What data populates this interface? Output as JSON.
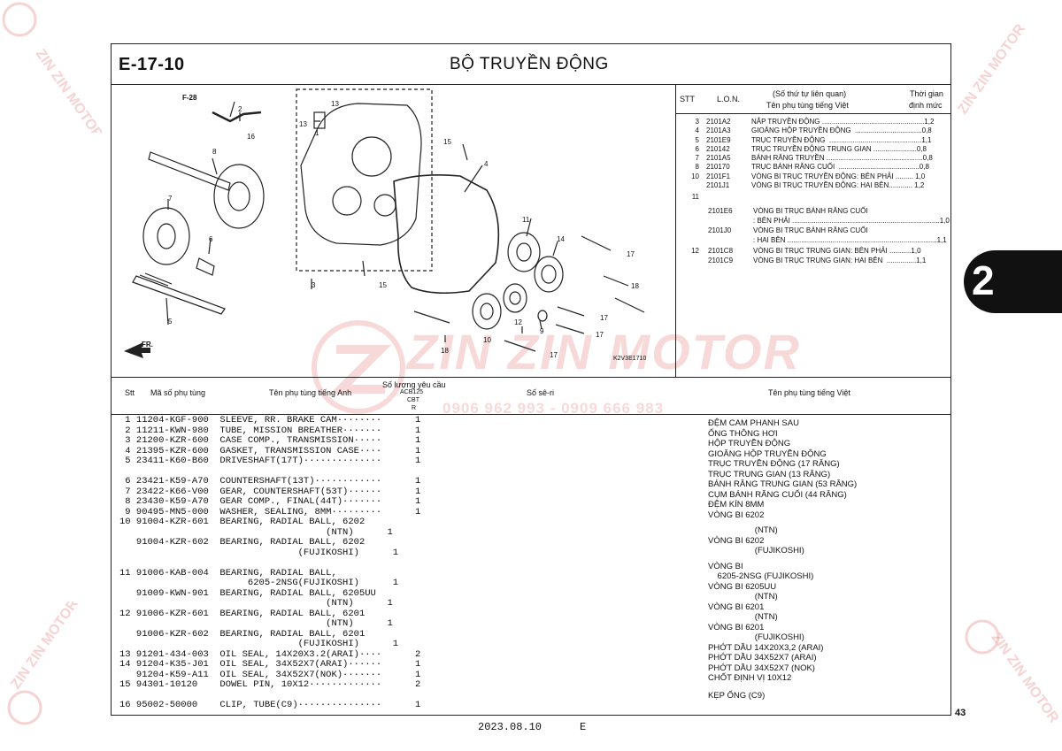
{
  "header": {
    "code": "E-17-10",
    "title": "BỘ TRUYỀN ĐỘNG"
  },
  "tab_number": "2",
  "page_number": "43",
  "footer": {
    "date": "2023.08.10",
    "edition": "E"
  },
  "watermark": {
    "brand": "ZIN ZIN MOTOR",
    "phone": "0906 962 993 - 0909 666 983"
  },
  "diagram": {
    "code": "K2V3E1710",
    "ref_label": "F-28",
    "direction_label": "FR.",
    "callouts": [
      "1",
      "2",
      "3",
      "4",
      "5",
      "6",
      "7",
      "8",
      "10",
      "11",
      "12",
      "13",
      "13",
      "14",
      "15",
      "15",
      "16",
      "17",
      "17",
      "17",
      "17",
      "18",
      "18",
      "9"
    ]
  },
  "ref_table": {
    "headers": {
      "stt": "STT",
      "lon": "L.O.N.",
      "name_line1": "(Số thứ tự liên quan)",
      "name_line2": "Tên phụ tùng tiếng Việt",
      "time_line1": "Thời gian",
      "time_line2": "định mức"
    },
    "rows": [
      {
        "stt": "3",
        "lon": "2101A2",
        "name": "NẮP TRUYỀN ĐỘNG ....................................................1,2"
      },
      {
        "stt": "4",
        "lon": "2101A3",
        "name": "GIOĂNG HỘP TRUYỀN ĐỘNG  ..................................0,8"
      },
      {
        "stt": "5",
        "lon": "2101E9",
        "name": "TRỤC TRUYỀN ĐỘNG  ...............................................1,1"
      },
      {
        "stt": "6",
        "lon": "210142",
        "name": "TRỤC TRUYỀN ĐỘNG TRUNG GIAN ......................0,8"
      },
      {
        "stt": "7",
        "lon": "2101A5",
        "name": "BÁNH RĂNG TRUYỀN .................................................0,8"
      },
      {
        "stt": "8",
        "lon": "210170",
        "name": "TRỤC BÁNH RĂNG CUỐI  .........................................0,8"
      },
      {
        "stt": "10",
        "lon": "2101F1",
        "name": "VÒNG BI TRỤC TRUYỀN ĐỘNG: BÊN PHẢI ......... 1,0"
      },
      {
        "stt": "",
        "lon": "2101J1",
        "name": "VÒNG BI TRỤC TRUYỀN ĐỘNG: HAI BÊN............ 1,2"
      },
      {
        "stt": "11",
        "lon": "",
        "name": ""
      },
      {
        "stt": "",
        "lon": "2101E6",
        "name": "VÒNG BI TRỤC BÁNH RĂNG CUỐI"
      },
      {
        "stt": "",
        "lon": "",
        "name": ": BÊN PHẢI ...........................................................................1,0"
      },
      {
        "stt": "",
        "lon": "2101J0",
        "name": "VÒNG BI TRỤC BÁNH RĂNG CUỐI"
      },
      {
        "stt": "",
        "lon": "",
        "name": ": HAI BÊN ............................................................................1,1"
      },
      {
        "stt": "12",
        "lon": "2101C8",
        "name": "VÒNG BI TRỤC TRUNG GIAN: BÊN PHẢI ...........1,0"
      },
      {
        "stt": "",
        "lon": "2101C9",
        "name": "VÒNG BI TRỤC TRUNG GIAN: HAI BÊN  ...............1,1"
      }
    ]
  },
  "parts_table": {
    "headers": {
      "stt": "Stt",
      "part_no": "Mã số phụ tùng",
      "name_en": "Tên phụ tùng tiếng Anh",
      "qty_line1": "Số lượng yêu cầu",
      "qty_line2": "ACB125",
      "qty_line3": "CBT",
      "qty_line4": "R",
      "serial": "Số sê-ri",
      "name_vn": "Tên phụ tùng tiếng Việt"
    },
    "left_lines": [
      " 1 11204-KGF-900  SLEEVE, RR. BRAKE CAM········      1",
      " 2 11211-KWN-980  TUBE, MISSION BREATHER·······      1",
      " 3 21200-KZR-600  CASE COMP., TRANSMISSION·····      1",
      " 4 21395-KZR-600  GASKET, TRANSMISSION CASE····      1",
      " 5 23411-K60-B60  DRIVESHAFT(17T)··············      1",
      "",
      " 6 23421-K59-A70  COUNTERSHAFT(13T)············      1",
      " 7 23422-K66-V00  GEAR, COUNTERSHAFT(53T)······      1",
      " 8 23430-K59-A70  GEAR COMP., FINAL(44T)·······      1",
      " 9 90495-MN5-000  WASHER, SEALING, 8MM·········      1",
      "10 91004-KZR-601  BEARING, RADIAL BALL, 6202",
      "                                     (NTN)      1",
      "   91004-KZR-602  BEARING, RADIAL BALL, 6202",
      "                                (FUJIKOSHI)      1",
      "",
      "11 91006-KAB-004  BEARING, RADIAL BALL,",
      "                       6205-2NSG(FUJIKOSHI)      1",
      "   91009-KWN-901  BEARING, RADIAL BALL, 6205UU",
      "                                     (NTN)      1",
      "12 91006-KZR-601  BEARING, RADIAL BALL, 6201",
      "                                     (NTN)      1",
      "   91006-KZR-602  BEARING, RADIAL BALL, 6201",
      "                                (FUJIKOSHI)      1",
      "13 91201-434-003  OIL SEAL, 14X20X3.2(ARAI)····      2",
      "14 91204-K35-J01  OIL SEAL, 34X52X7(ARAI)······      1",
      "   91204-K59-A11  OIL SEAL, 34X52X7(NOK)·······      1",
      "15 94301-10120    DOWEL PIN, 10X12·············      2",
      "",
      "16 95002-50000    CLIP, TUBE(C9)···············      1"
    ],
    "right_lines": [
      "ĐỆM CAM PHANH SAU",
      "ỐNG THÔNG HƠI",
      "HỘP TRUYỀN ĐỘNG",
      "GIOĂNG HỘP TRUYỀN ĐỘNG",
      "TRỤC TRUYỀN ĐỘNG (17 RĂNG)",
      "TRỤC TRUNG GIAN (13 RĂNG)",
      "BÁNH RĂNG TRUNG GIAN (53 RĂNG)",
      "CỤM BÁNH RĂNG CUỐI (44 RĂNG)",
      "ĐỆM KÍN 8MM",
      "VÒNG BI 6202",
      "                    (NTN)",
      "VÒNG BI 6202",
      "                    (FUJIKOSHI)",
      "",
      "VÒNG BI",
      "    6205-2NSG (FUJIKOSHI)",
      "VÒNG BI 6205UU",
      "                    (NTN)",
      "VÒNG BI 6201",
      "                    (NTN)",
      "VÒNG BI 6201",
      "                    (FUJIKOSHI)",
      "PHỚT DẦU 14X20X3,2 (ARAI)",
      "PHỚT DẦU 34X52X7 (ARAI)",
      "PHỚT DẦU 34X52X7 (NOK)",
      "CHỐT ĐỊNH VỊ 10X12",
      "",
      "KẸP ỐNG (C9)"
    ]
  }
}
